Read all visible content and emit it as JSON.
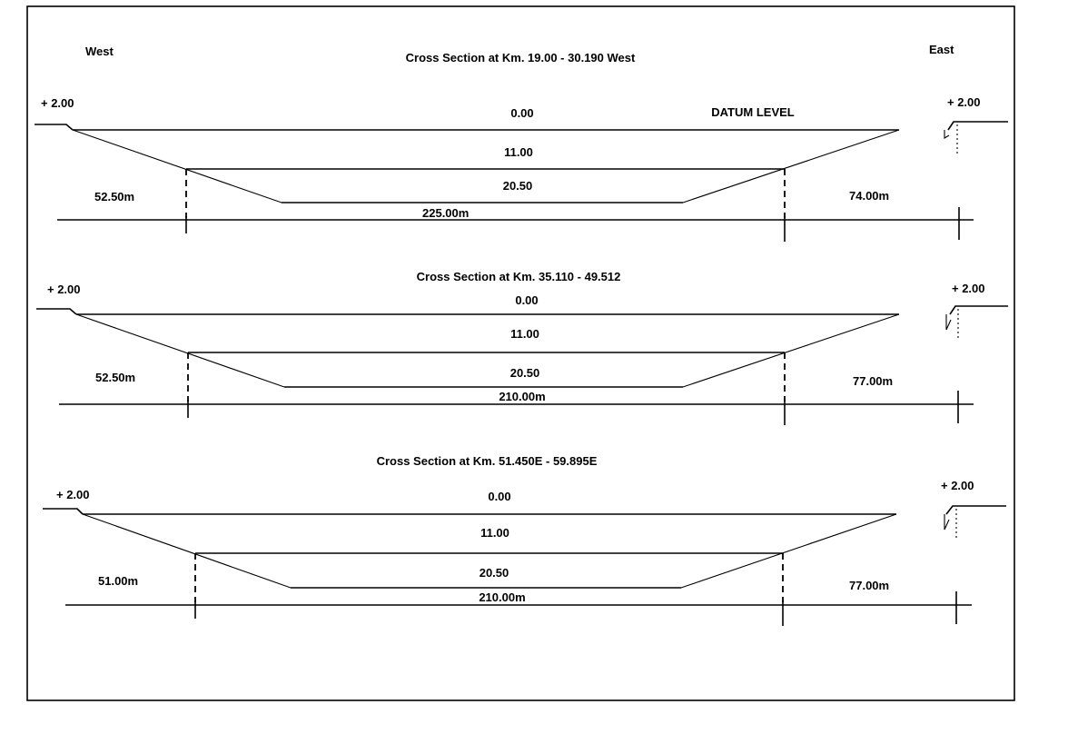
{
  "labels": {
    "west": "West",
    "east": "East",
    "datum_level": "DATUM LEVEL"
  },
  "sections": [
    {
      "title": "Cross Section at Km. 19.00 - 30.190 West",
      "left_bank": "+ 2.00",
      "right_bank": "+ 2.00",
      "level_top": "0.00",
      "level_mid": "11.00",
      "level_bottom": "20.50",
      "left_width": "52.50m",
      "right_width": "74.00m",
      "bottom_width": "225.00",
      "bottom_width_unit": "m"
    },
    {
      "title": "Cross Section at Km. 35.110 - 49.512",
      "left_bank": "+ 2.00",
      "right_bank": "+ 2.00",
      "level_top": "0.00",
      "level_mid": "11.00",
      "level_bottom": "20.50",
      "left_width": "52.50m",
      "right_width": "77.00m",
      "bottom_width": "210.00m",
      "bottom_width_unit": ""
    },
    {
      "title": "Cross Section at Km. 51.450E - 59.895E",
      "left_bank": "+ 2.00",
      "right_bank": "+ 2.00",
      "level_top": "0.00",
      "level_mid": "11.00",
      "level_bottom": "20.50",
      "left_width": "51.00m",
      "right_width": "77.00m",
      "bottom_width": "210.00m",
      "bottom_width_unit": ""
    }
  ]
}
